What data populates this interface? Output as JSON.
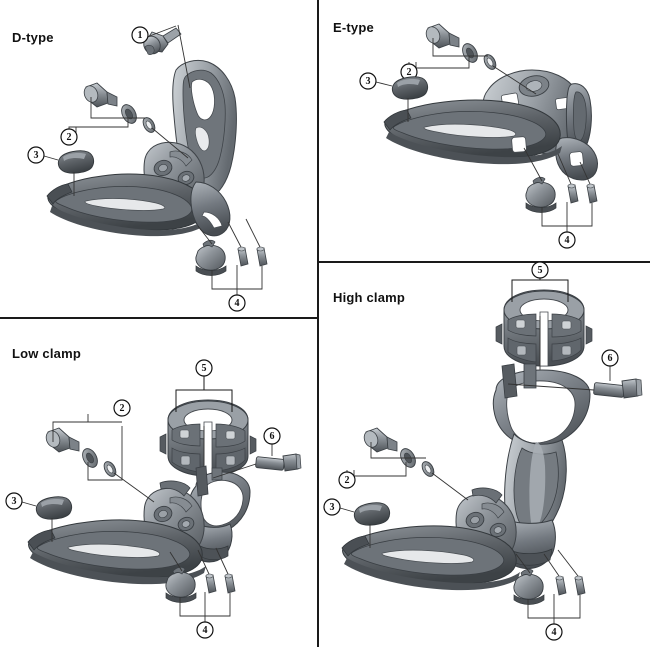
{
  "document": {
    "title": "Front derailleur mounting types exploded view",
    "background_color": "#ffffff",
    "line_color": "#1a1a1a",
    "metal_light": "#b9bec3",
    "metal_mid": "#8b9197",
    "metal_dark": "#5c6166",
    "metal_darkest": "#42474c"
  },
  "panels": [
    {
      "id": "d-type",
      "title": "D-type",
      "callouts": [
        {
          "num": "1",
          "name": "callout-1"
        },
        {
          "num": "2",
          "name": "callout-2"
        },
        {
          "num": "3",
          "name": "callout-3"
        },
        {
          "num": "4",
          "name": "callout-4"
        }
      ]
    },
    {
      "id": "e-type",
      "title": "E-type",
      "callouts": [
        {
          "num": "2",
          "name": "callout-2"
        },
        {
          "num": "3",
          "name": "callout-3"
        },
        {
          "num": "4",
          "name": "callout-4"
        }
      ]
    },
    {
      "id": "low-clamp",
      "title": "Low clamp",
      "callouts": [
        {
          "num": "2",
          "name": "callout-2"
        },
        {
          "num": "3",
          "name": "callout-3"
        },
        {
          "num": "4",
          "name": "callout-4"
        },
        {
          "num": "5",
          "name": "callout-5"
        },
        {
          "num": "6",
          "name": "callout-6"
        }
      ]
    },
    {
      "id": "high-clamp",
      "title": "High clamp",
      "callouts": [
        {
          "num": "2",
          "name": "callout-2"
        },
        {
          "num": "3",
          "name": "callout-3"
        },
        {
          "num": "4",
          "name": "callout-4"
        },
        {
          "num": "5",
          "name": "callout-5"
        },
        {
          "num": "6",
          "name": "callout-6"
        }
      ]
    }
  ],
  "callout_numbers": {
    "n1": "1",
    "n2": "2",
    "n3": "3",
    "n4": "4",
    "n5": "5",
    "n6": "6"
  }
}
